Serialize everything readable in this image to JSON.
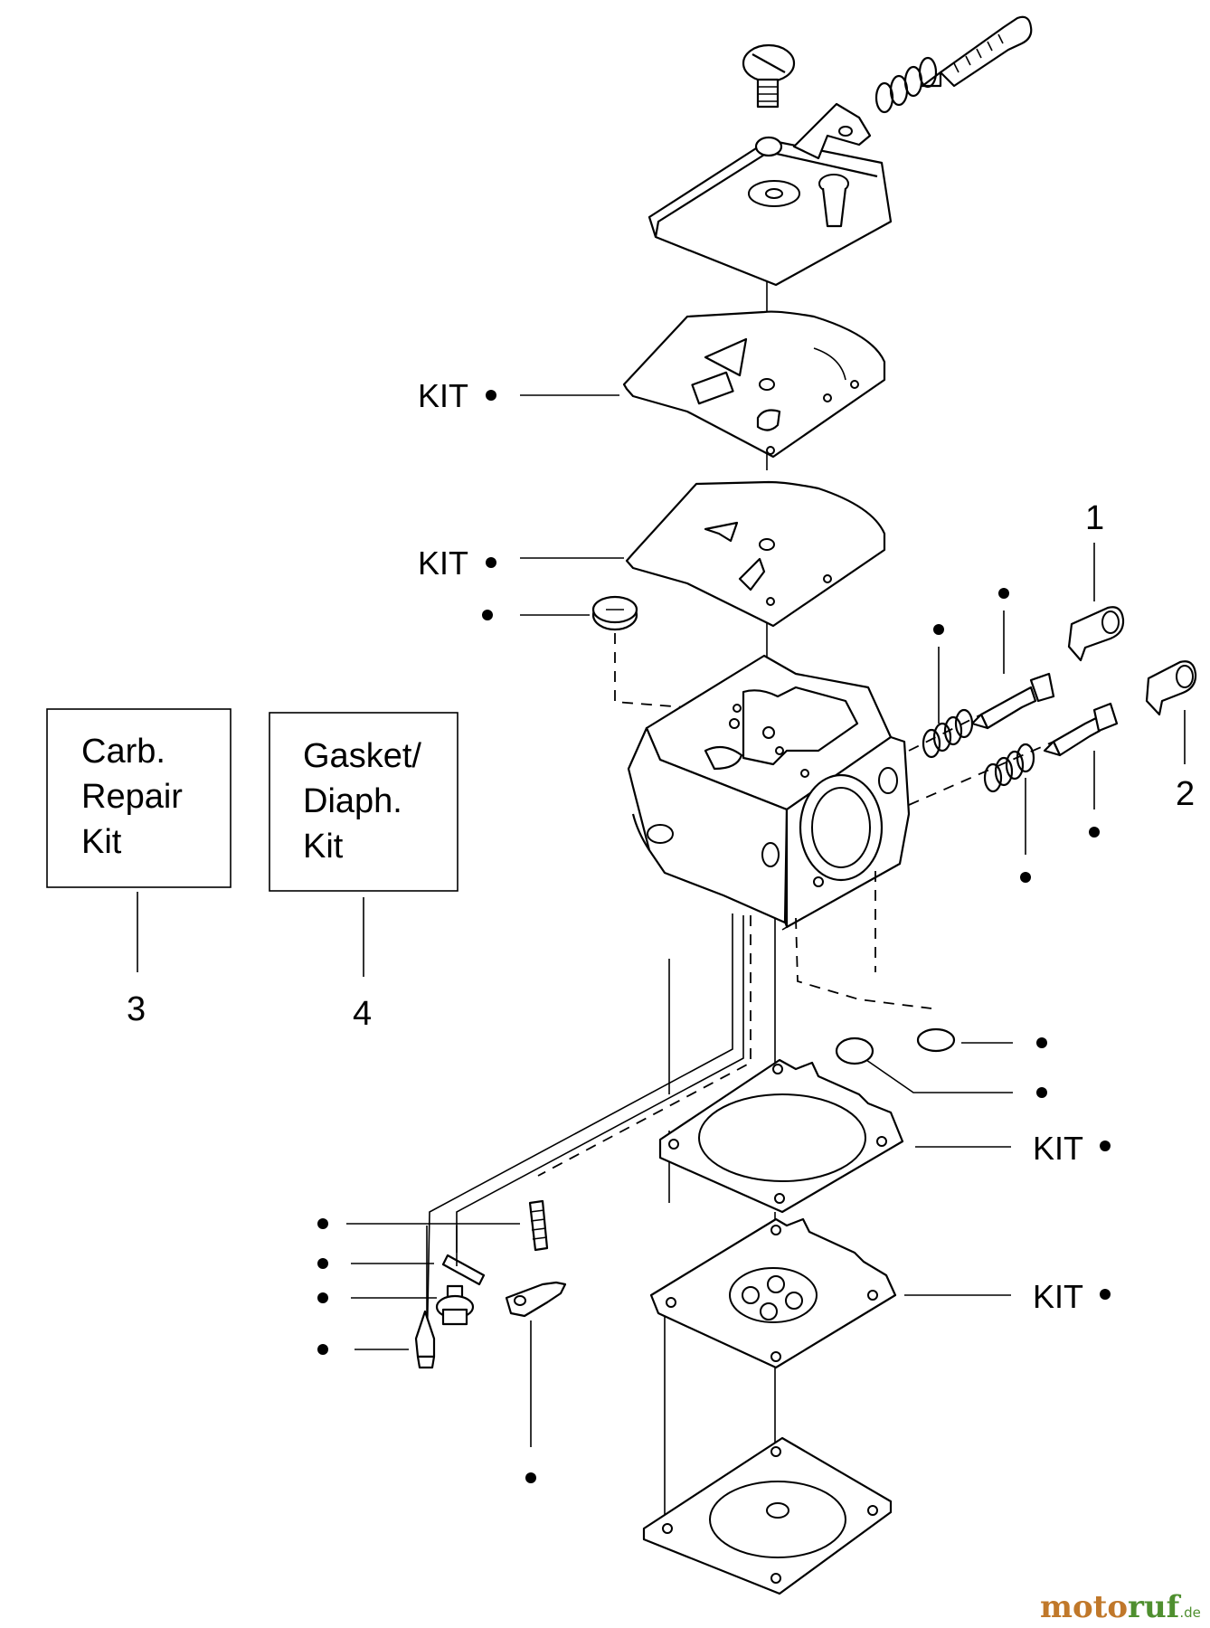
{
  "callouts": {
    "kit_label": "KIT",
    "ref_1": "1",
    "ref_2": "2",
    "ref_3": "3",
    "ref_4": "4"
  },
  "boxes": {
    "carb_repair_kit": [
      "Carb.",
      "Repair",
      "Kit"
    ],
    "gasket_diaph_kit": [
      "Gasket/",
      "Diaph.",
      "Kit"
    ]
  },
  "watermark": {
    "part1": "moto",
    "part2": "ruf",
    "suffix": ".de"
  },
  "colors": {
    "line": "#000000",
    "background": "#ffffff",
    "watermark_orange": "#c0782a",
    "watermark_green": "#4f8f2f"
  }
}
